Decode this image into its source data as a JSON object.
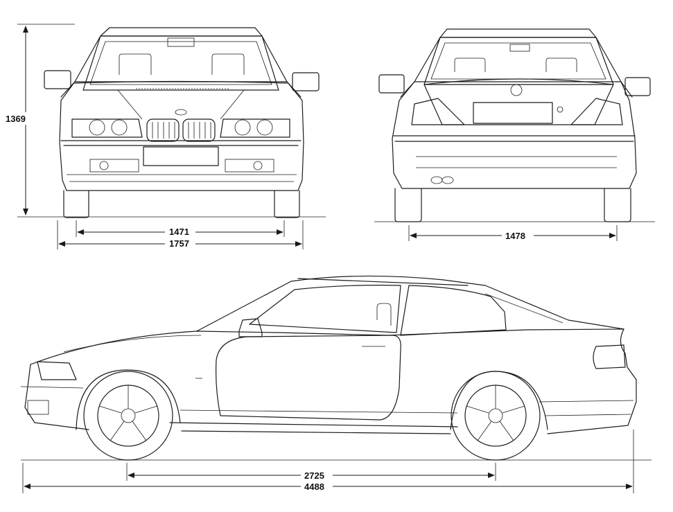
{
  "dimensions": {
    "front_height": "1369",
    "front_track": "1471",
    "overall_width": "1757",
    "rear_track": "1478",
    "wheelbase": "2725",
    "overall_length": "4488"
  }
}
